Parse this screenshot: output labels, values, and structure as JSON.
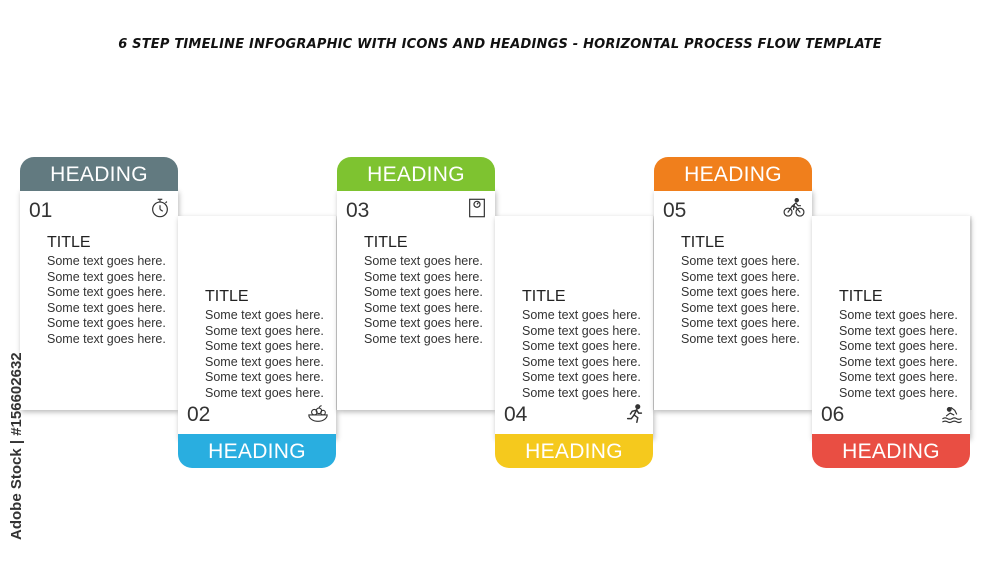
{
  "title": "6 STEP TIMELINE INFOGRAPHIC WITH ICONS AND HEADINGS - HORIZONTAL PROCESS FLOW TEMPLATE",
  "credit": "Adobe Stock | #156602632",
  "steps": [
    {
      "number": "01",
      "heading": "HEADING",
      "color": "#627a80",
      "icon": "stopwatch-icon",
      "title": "TITLE",
      "lines": [
        "Some text goes here.",
        "Some text goes here.",
        "Some text goes here.",
        "Some text goes here.",
        "Some text goes here.",
        "Some text goes here."
      ]
    },
    {
      "number": "02",
      "heading": "HEADING",
      "color": "#29aee0",
      "icon": "fruit-bowl-icon",
      "title": "TITLE",
      "lines": [
        "Some text goes here.",
        "Some text goes here.",
        "Some text goes here.",
        "Some text goes here.",
        "Some text goes here.",
        "Some text goes here."
      ]
    },
    {
      "number": "03",
      "heading": "HEADING",
      "color": "#7ec330",
      "icon": "scale-icon",
      "title": "TITLE",
      "lines": [
        "Some text goes here.",
        "Some text goes here.",
        "Some text goes here.",
        "Some text goes here.",
        "Some text goes here.",
        "Some text goes here."
      ]
    },
    {
      "number": "04",
      "heading": "HEADING",
      "color": "#f5c91d",
      "icon": "runner-icon",
      "title": "TITLE",
      "lines": [
        "Some text goes here.",
        "Some text goes here.",
        "Some text goes here.",
        "Some text goes here.",
        "Some text goes here.",
        "Some text goes here."
      ]
    },
    {
      "number": "05",
      "heading": "HEADING",
      "color": "#f07f1c",
      "icon": "cyclist-icon",
      "title": "TITLE",
      "lines": [
        "Some text goes here.",
        "Some text goes here.",
        "Some text goes here.",
        "Some text goes here.",
        "Some text goes here.",
        "Some text goes here."
      ]
    },
    {
      "number": "06",
      "heading": "HEADING",
      "color": "#e94e43",
      "icon": "swimmer-icon",
      "title": "TITLE",
      "lines": [
        "Some text goes here.",
        "Some text goes here.",
        "Some text goes here.",
        "Some text goes here.",
        "Some text goes here.",
        "Some text goes here."
      ]
    }
  ]
}
